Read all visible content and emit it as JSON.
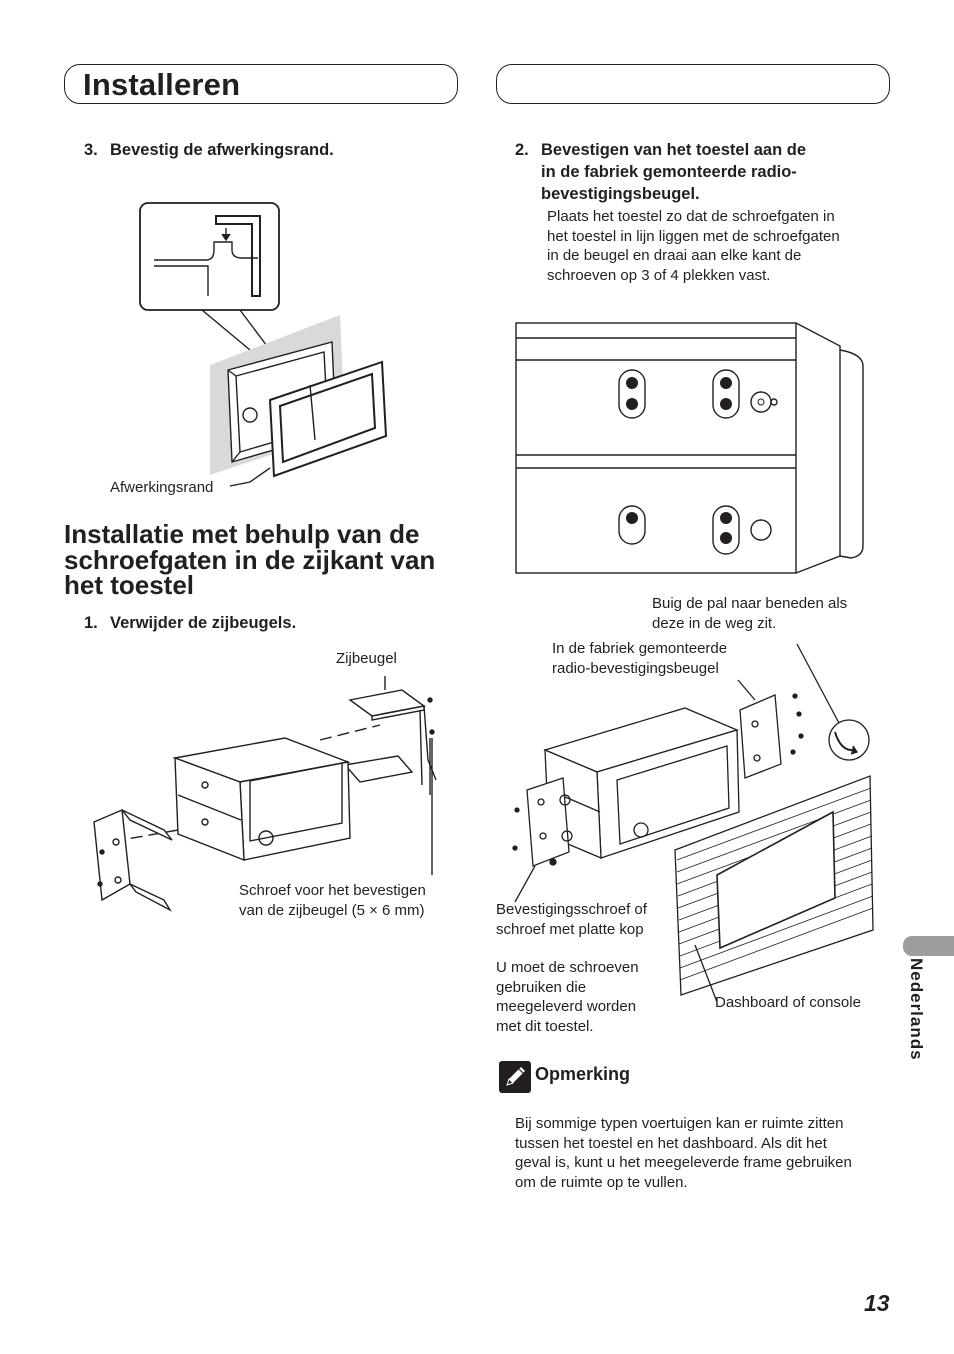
{
  "header": {
    "title": "Installeren"
  },
  "left": {
    "step3": {
      "number": "3.",
      "text": "Bevestig de afwerkingsrand."
    },
    "fig1_caption": "Afwerkingsrand",
    "section_title": [
      "Installatie met behulp van de",
      "schroefgaten in de zijkant van",
      "het toestel"
    ],
    "step1": {
      "number": "1.",
      "text": "Verwijder de zijbeugels."
    },
    "fig2_caption_top": "Zijbeugel",
    "fig2_caption_bottom": [
      "Schroef voor het bevestigen",
      "van de zijbeugel (5 × 6 mm)"
    ]
  },
  "right": {
    "step2": {
      "number": "2.",
      "lines": [
        "Bevestigen van het toestel aan de",
        "in de fabriek gemonteerde radio-",
        "bevestigingsbeugel."
      ]
    },
    "step2_body": [
      "Plaats het toestel zo dat de schroefgaten in",
      "het toestel in lijn liggen met de schroefgaten",
      "in de beugel en draai aan elke kant de",
      "schroeven op 3 of 4 plekken vast."
    ],
    "callout_bend": [
      "Buig de pal naar beneden als",
      "deze in de weg zit."
    ],
    "callout_bracket": [
      "In de fabriek gemonteerde",
      "radio-bevestigingsbeugel"
    ],
    "callout_screw": [
      "Bevestigingsschroef of",
      "schroef met platte kop"
    ],
    "callout_use": [
      "U moet de schroeven",
      "gebruiken die",
      "meegeleverd worden",
      "met dit toestel."
    ],
    "callout_dashboard": "Dashboard of console",
    "note_title": "Opmerking",
    "note_body": [
      "Bij sommige typen voertuigen kan er ruimte zitten",
      "tussen het toestel en het dashboard. Als dit het",
      "geval is, kunt u het meegeleverde frame gebruiken",
      "om de ruimte op te vullen."
    ]
  },
  "side_tab_label": "Nederlands",
  "page_number": "13",
  "icons": {
    "note": "pencil-note-icon"
  }
}
